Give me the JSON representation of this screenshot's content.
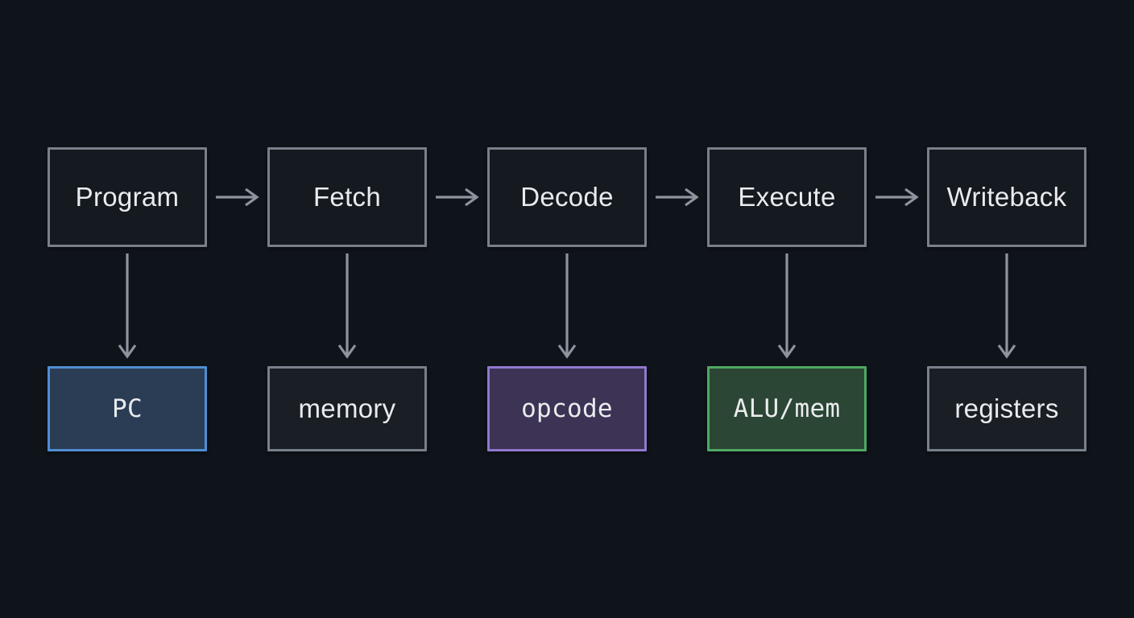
{
  "canvas": {
    "background": "#0f131a",
    "arrow_color": "#8d949e",
    "text_color": "#e9ebee"
  },
  "pipeline": {
    "stages": [
      {
        "label": "Program",
        "target": {
          "label": "PC",
          "variant": "blue"
        }
      },
      {
        "label": "Fetch",
        "target": {
          "label": "memory",
          "variant": "gray"
        }
      },
      {
        "label": "Decode",
        "target": {
          "label": "opcode",
          "variant": "purple"
        }
      },
      {
        "label": "Execute",
        "target": {
          "label": "ALU/mem",
          "variant": "green"
        }
      },
      {
        "label": "Writeback",
        "target": {
          "label": "registers",
          "variant": "gray"
        }
      }
    ],
    "variants": {
      "gray": {
        "border": "#78808a",
        "fill": "#1a1e25",
        "font": "sans"
      },
      "blue": {
        "border": "#4f8ed3",
        "fill": "#2b3d55",
        "font": "mono"
      },
      "purple": {
        "border": "#9178cf",
        "fill": "#3c3355",
        "font": "mono"
      },
      "green": {
        "border": "#4fa963",
        "fill": "#2b4634",
        "font": "mono"
      }
    }
  }
}
